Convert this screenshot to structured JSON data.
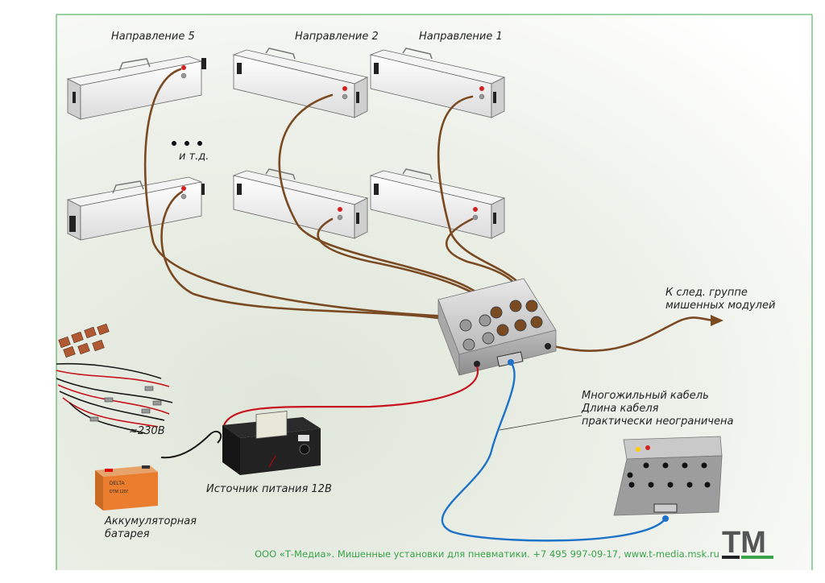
{
  "labels": {
    "dir5": "Направление 5",
    "dir2": "Направление 2",
    "dir1": "Направление 1",
    "etc": "и т.д.",
    "next_group_1": "К след. группе",
    "next_group_2": "мишенных модулей",
    "cable_1": "Многожильный кабель",
    "cable_2": "Длина кабеля",
    "cable_3": "практически неограничена",
    "ac_voltage": "≈230В",
    "power_supply": "Источник питания  12В",
    "battery_1": "Аккумуляторная",
    "battery_2": "батарея",
    "battery_brand": "DELTA",
    "battery_model": "DTM 1207"
  },
  "footer": "ООО «Т-Медиа». Мишенные установки для пневматики. +7 495 997-09-17, www.t-media.msk.ru",
  "logo_text": "TM",
  "colors": {
    "frame": "#3aa44a",
    "footer_text": "#3aa44a",
    "cable_brown": "#7a4a22",
    "cable_blue": "#1e73c8",
    "cable_red": "#c8141e",
    "cable_black": "#1a1a1a"
  }
}
